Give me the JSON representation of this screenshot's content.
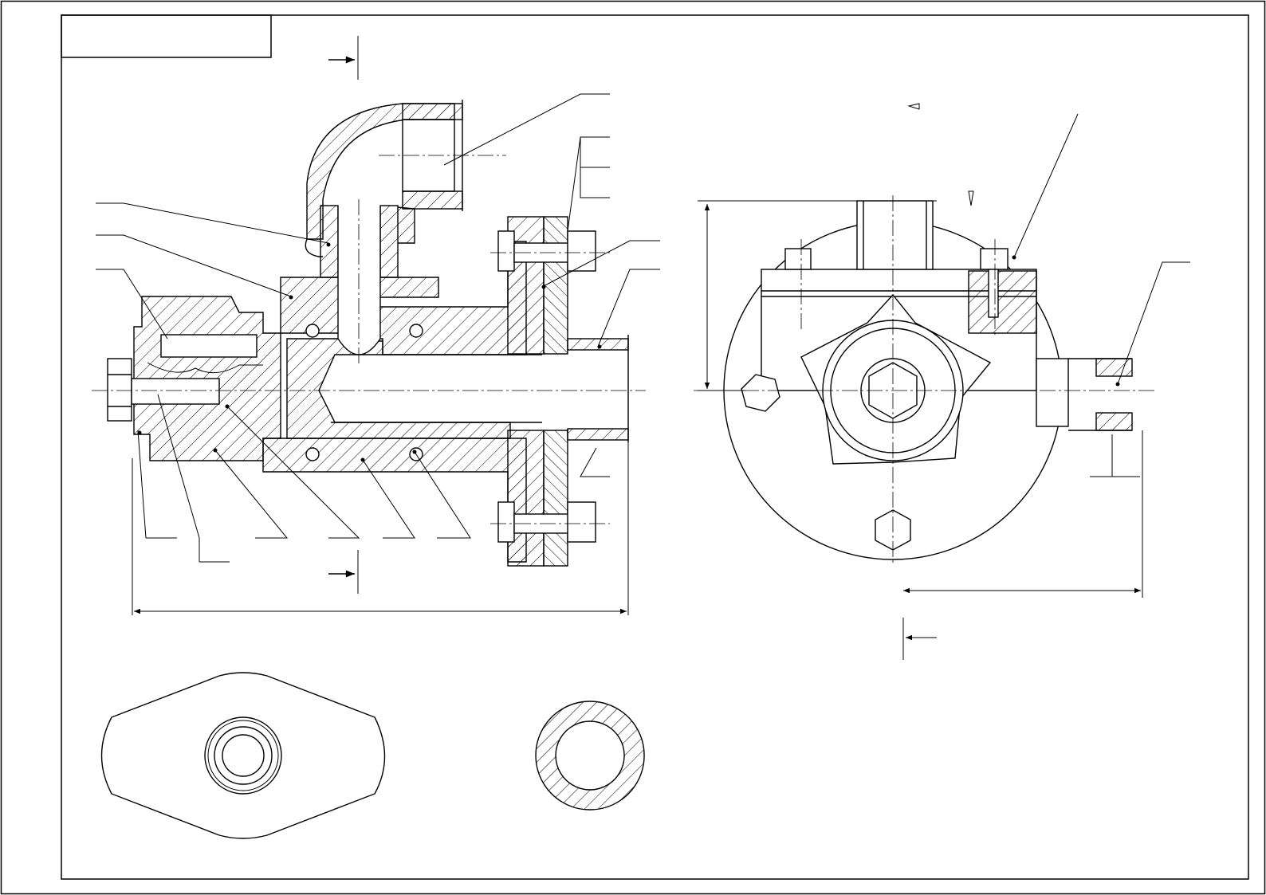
{
  "sheet": {
    "background": "#ffffff",
    "line_color": "#000000",
    "title_box_text": ""
  },
  "views": {
    "main_section": {
      "name": "longitudinal-section",
      "label": ""
    },
    "end_view": {
      "name": "end-view",
      "label": ""
    },
    "flange_view": {
      "name": "flange-view",
      "label": ""
    },
    "tube_section": {
      "name": "tube-section",
      "label": ""
    }
  },
  "annotations": {
    "section_marks": [
      "",
      "",
      ""
    ],
    "dimension_values": [
      "",
      "",
      "",
      ""
    ],
    "part_callouts": []
  }
}
